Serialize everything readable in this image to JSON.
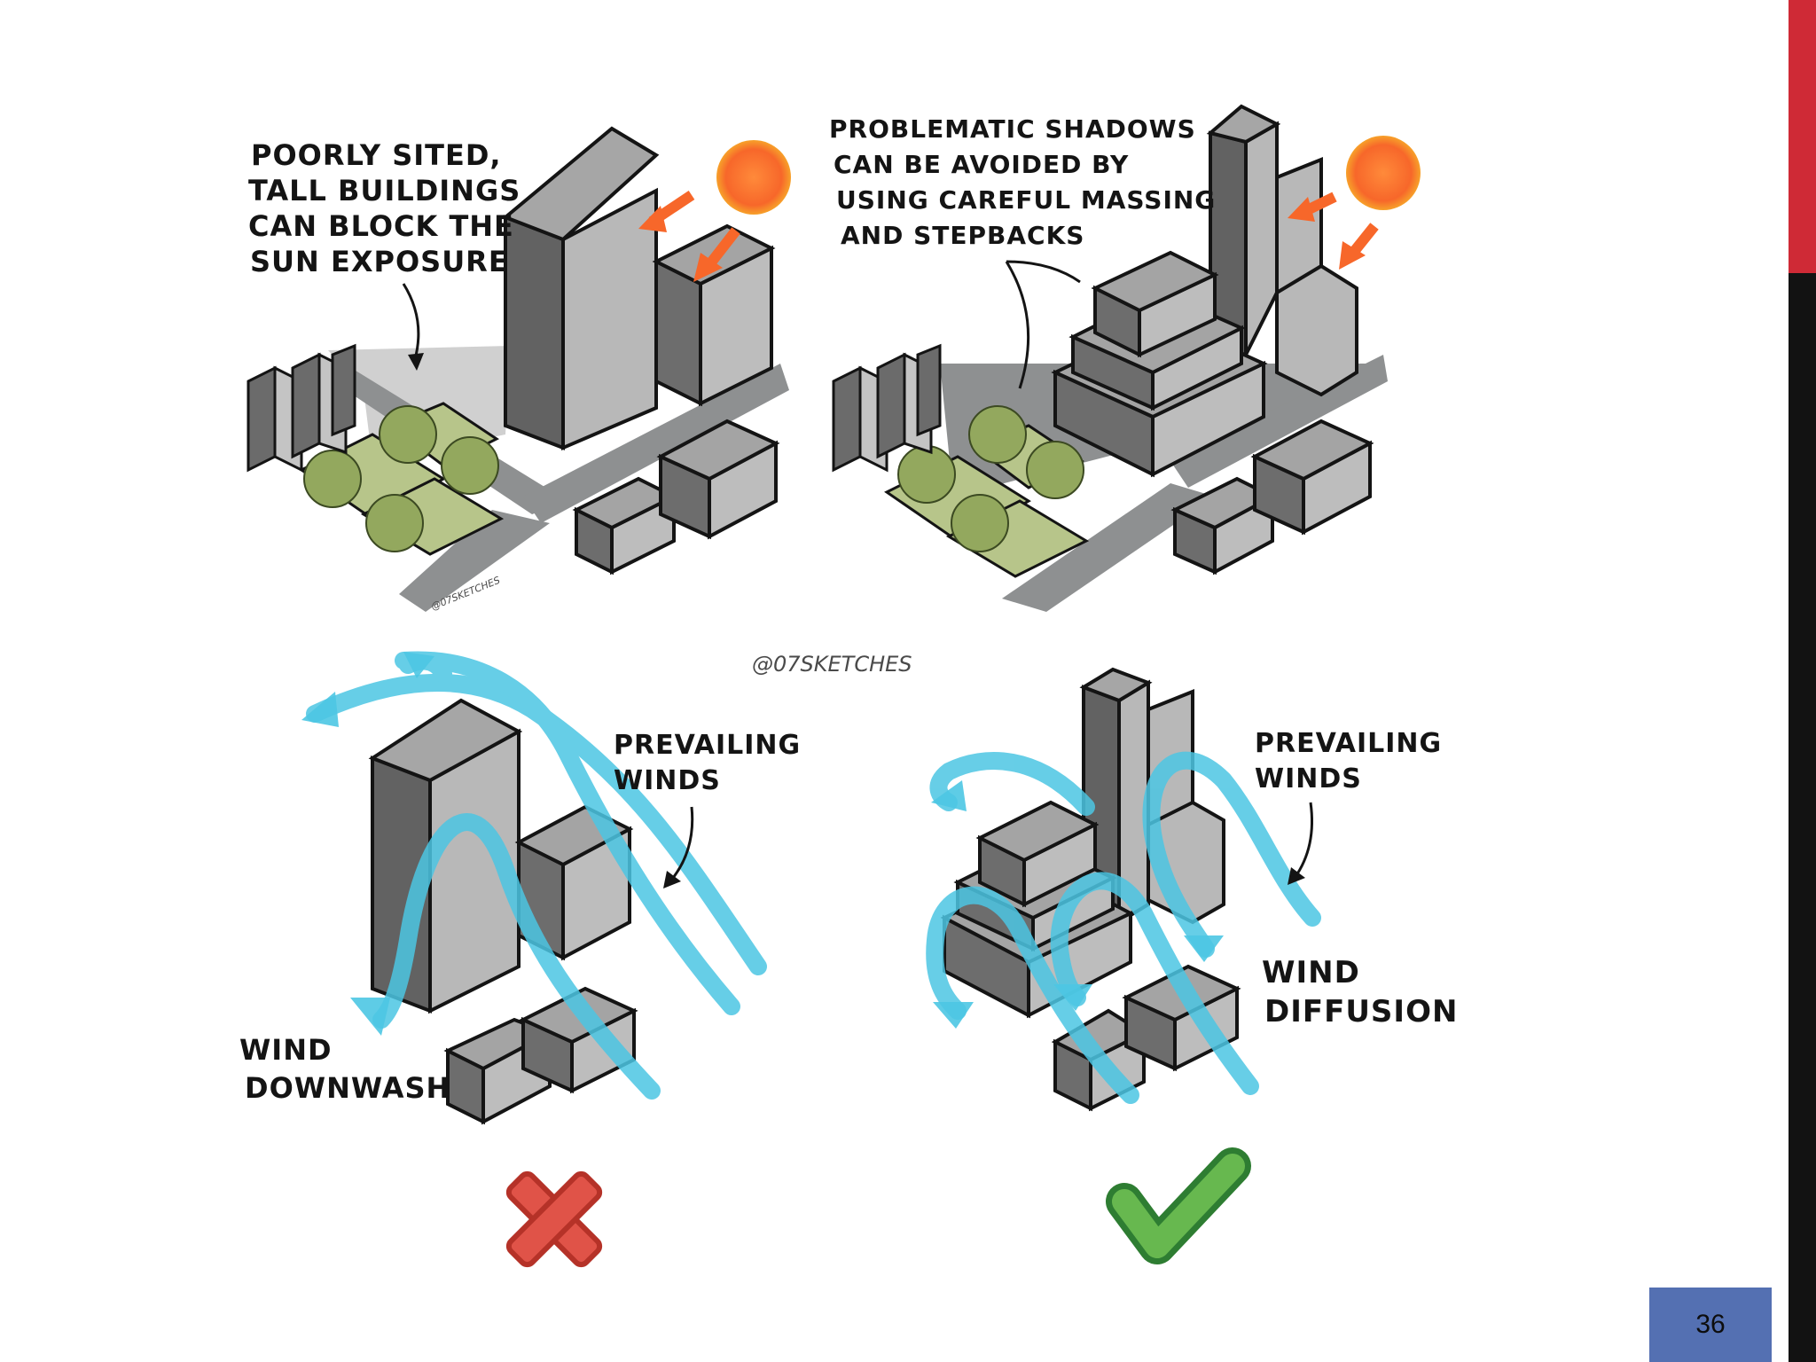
{
  "slide": {
    "page_number": "36",
    "colors": {
      "rail_top": "#cf2a36",
      "rail_bottom": "#121212",
      "page_badge": "#5470b2"
    }
  },
  "panels": {
    "sun_bad": {
      "caption": [
        "POORLY SITED,",
        "TALL BUILDINGS",
        "CAN BLOCK THE",
        "SUN EXPOSURE"
      ],
      "watermark": "@07SKETCHES"
    },
    "sun_good": {
      "caption": [
        "PROBLEMATIC SHADOWS",
        "CAN BE AVOIDED BY",
        "USING CAREFUL MASSING",
        "AND STEPBACKS"
      ]
    },
    "wind_bad": {
      "prevailing": [
        "PREVAILING",
        "WINDS"
      ],
      "effect": [
        "WIND",
        "DOWNWASH"
      ],
      "verdict_icon": "red-x-icon"
    },
    "wind_good": {
      "prevailing": [
        "PREVAILING",
        "WINDS"
      ],
      "effect": [
        "WIND",
        "DIFFUSION"
      ],
      "verdict_icon": "green-check-icon"
    }
  },
  "credit": "@07SKETCHES",
  "palette": {
    "sun": "#f7672a",
    "wind": "#4cc6e3",
    "tree": "#93a85e",
    "building": "#b8b8b8",
    "shadow": "#8e9091"
  }
}
